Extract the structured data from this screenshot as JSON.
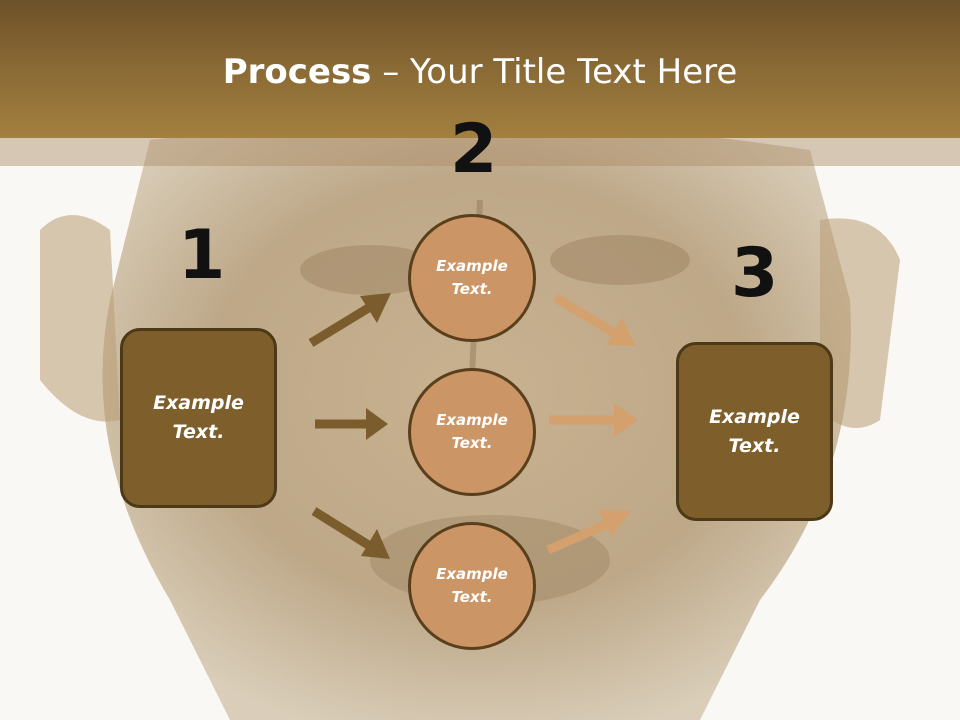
{
  "slide": {
    "title_bold": "Process",
    "title_rest": " – Your Title Text Here",
    "numbers": [
      "1",
      "2",
      "3"
    ],
    "left_box": "Example\nText.",
    "right_box": "Example\nText.",
    "circles": [
      "Example\nText.",
      "Example\nText.",
      "Example\nText."
    ]
  },
  "colors": {
    "header": "#8a6a35",
    "box_fill": "#7e5f2c",
    "circle_fill": "#cc9566",
    "arrow_dark": "#7b5c2c",
    "arrow_light": "#d4a06d"
  }
}
